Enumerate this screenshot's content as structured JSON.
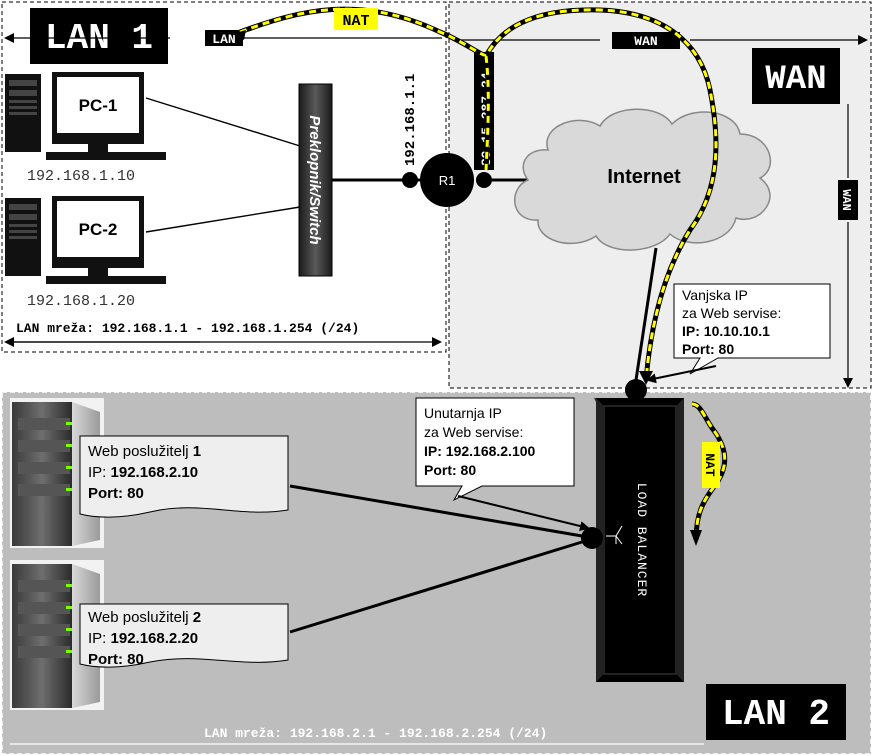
{
  "zones": {
    "lan1": {
      "title": "LAN 1",
      "range_label": "LAN mreža: 192.168.1.1 - 192.168.1.254 (/24)",
      "dim_label": "LAN"
    },
    "wan": {
      "title": "WAN",
      "dim_label_top": "WAN",
      "dim_label_side": "WAN"
    },
    "lan2": {
      "title": "LAN 2",
      "range_label": "LAN mreža: 192.168.2.1 - 192.168.2.254 (/24)"
    }
  },
  "nat_label_top": "NAT",
  "nat_label_side": "NAT",
  "hosts": [
    {
      "name": "PC-1",
      "ip": "192.168.1.10"
    },
    {
      "name": "PC-2",
      "ip": "192.168.1.20"
    }
  ],
  "switch_label": "Preklopnik/Switch",
  "router": {
    "name": "R1",
    "lan_ip": "192.168.1.1",
    "wan_ip": "89.15.287.24"
  },
  "internet_label": "Internet",
  "external_ip_callout": {
    "line1": "Vanjska IP",
    "line2": "za Web servise:",
    "ip_key": "IP:",
    "ip_value": "10.10.10.1",
    "port_line": "Port: 80"
  },
  "internal_ip_callout": {
    "line1": "Unutarnja IP",
    "line2": "za Web servise:",
    "ip_line": "IP: 192.168.2.100",
    "port_line": "Port: 80"
  },
  "load_balancer_label": "LOAD BALANCER",
  "servers": [
    {
      "title": "Web poslužitelj",
      "index": "1",
      "ip_key": "IP:",
      "ip_value": "192.168.2.10",
      "port_line": "Port: 80"
    },
    {
      "title": "Web poslužitelj",
      "index": "2",
      "ip_key": "IP:",
      "ip_value": "192.168.2.20",
      "port_line": "Port: 80"
    }
  ],
  "colors": {
    "wan_bg": "#eeeeee",
    "lan2_bg": "#bdbdbd",
    "nat_yellow": "#ffff00",
    "black": "#000000",
    "white": "#ffffff"
  }
}
